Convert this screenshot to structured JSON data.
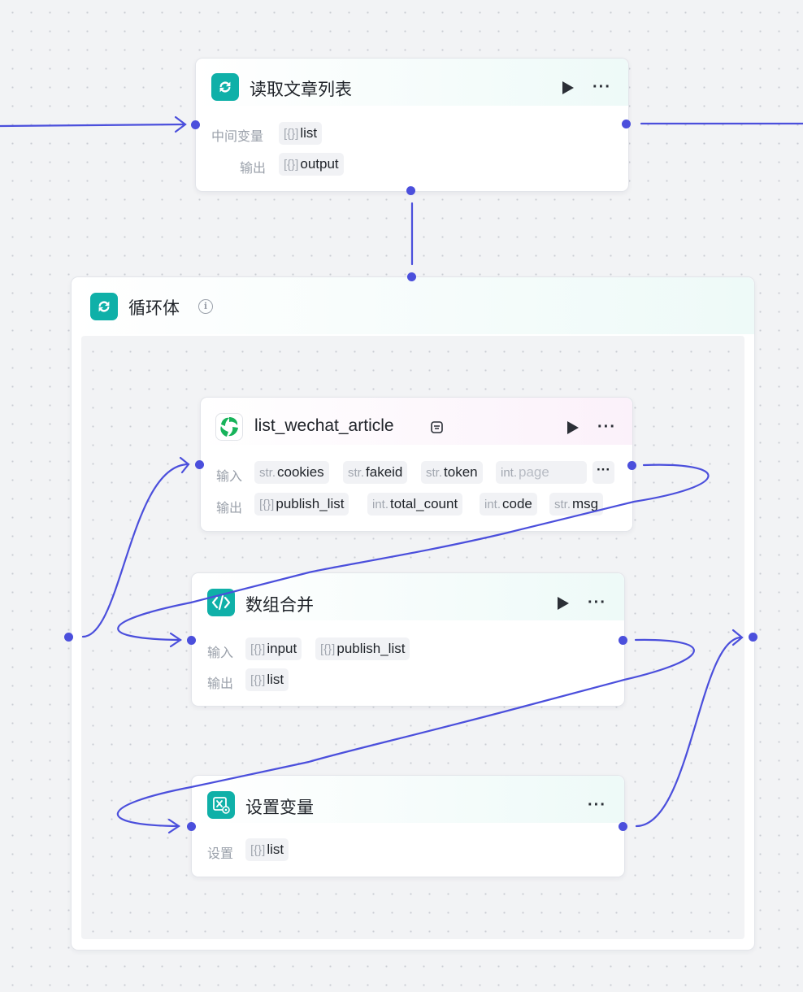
{
  "nodes": {
    "read": {
      "title": "读取文章列表",
      "middle_label": "中间变量",
      "middle_var": {
        "type": "[{}]",
        "name": "list"
      },
      "output_label": "输出",
      "output_var": {
        "type": "[{}]",
        "name": "output"
      }
    },
    "loop": {
      "title": "循环体",
      "info": "i"
    },
    "wechat": {
      "title": "list_wechat_article",
      "input_label": "输入",
      "inputs": [
        {
          "type": "str.",
          "name": "cookies"
        },
        {
          "type": "str.",
          "name": "fakeid"
        },
        {
          "type": "str.",
          "name": "token"
        },
        {
          "type": "int.",
          "name": "page"
        }
      ],
      "output_label": "输出",
      "outputs": [
        {
          "type": "[{}]",
          "name": "publish_list"
        },
        {
          "type": "int.",
          "name": "total_count"
        },
        {
          "type": "int.",
          "name": "code"
        },
        {
          "type": "str.",
          "name": "msg"
        }
      ],
      "overflow": "···"
    },
    "merge": {
      "title": "数组合并",
      "input_label": "输入",
      "inputs": [
        {
          "type": "[{}]",
          "name": "input"
        },
        {
          "type": "[{}]",
          "name": "publish_list"
        }
      ],
      "output_label": "输出",
      "outputs": [
        {
          "type": "[{}]",
          "name": "list"
        }
      ]
    },
    "setvar": {
      "title": "设置变量",
      "set_label": "设置",
      "set_var": {
        "type": "[{}]",
        "name": "list"
      }
    }
  },
  "actions": {
    "more": "···"
  },
  "colors": {
    "wire": "#4b4fdc",
    "icon_teal": "#0fb0a8",
    "icon_green": "#17b35a"
  }
}
